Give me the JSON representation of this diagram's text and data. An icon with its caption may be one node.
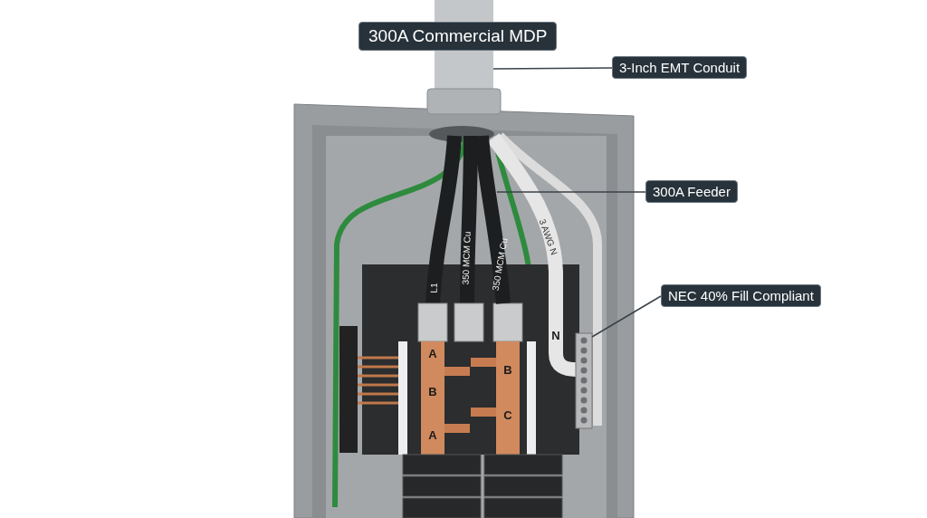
{
  "diagram": {
    "title": "300A Commercial MDP",
    "nodes": [
      {
        "text": [
          "3-Inch EMT Conduit"
        ]
      },
      {
        "text": [],
        "shape": "cylinder"
      },
      {
        "text": [
          "300A Feeder"
        ]
      },
      {
        "text": [],
        "shape": "picture"
      },
      {
        "text": [
          "NEC 40% Fill Compliant"
        ]
      },
      {
        "text": [],
        "shape": "bar"
      }
    ],
    "edges": [
      {
        "from": 0,
        "to": 1,
        "arrow": "none"
      },
      {
        "from": 2,
        "to": 3,
        "arrow": "none"
      },
      {
        "from": 4,
        "to": 5,
        "arrow": "none"
      }
    ],
    "labels": [
      "L1",
      "350 MCM Cu",
      "350 MCM Cu",
      "3 AWG N",
      "A",
      "B",
      "A",
      "B",
      "C",
      "N"
    ]
  }
}
